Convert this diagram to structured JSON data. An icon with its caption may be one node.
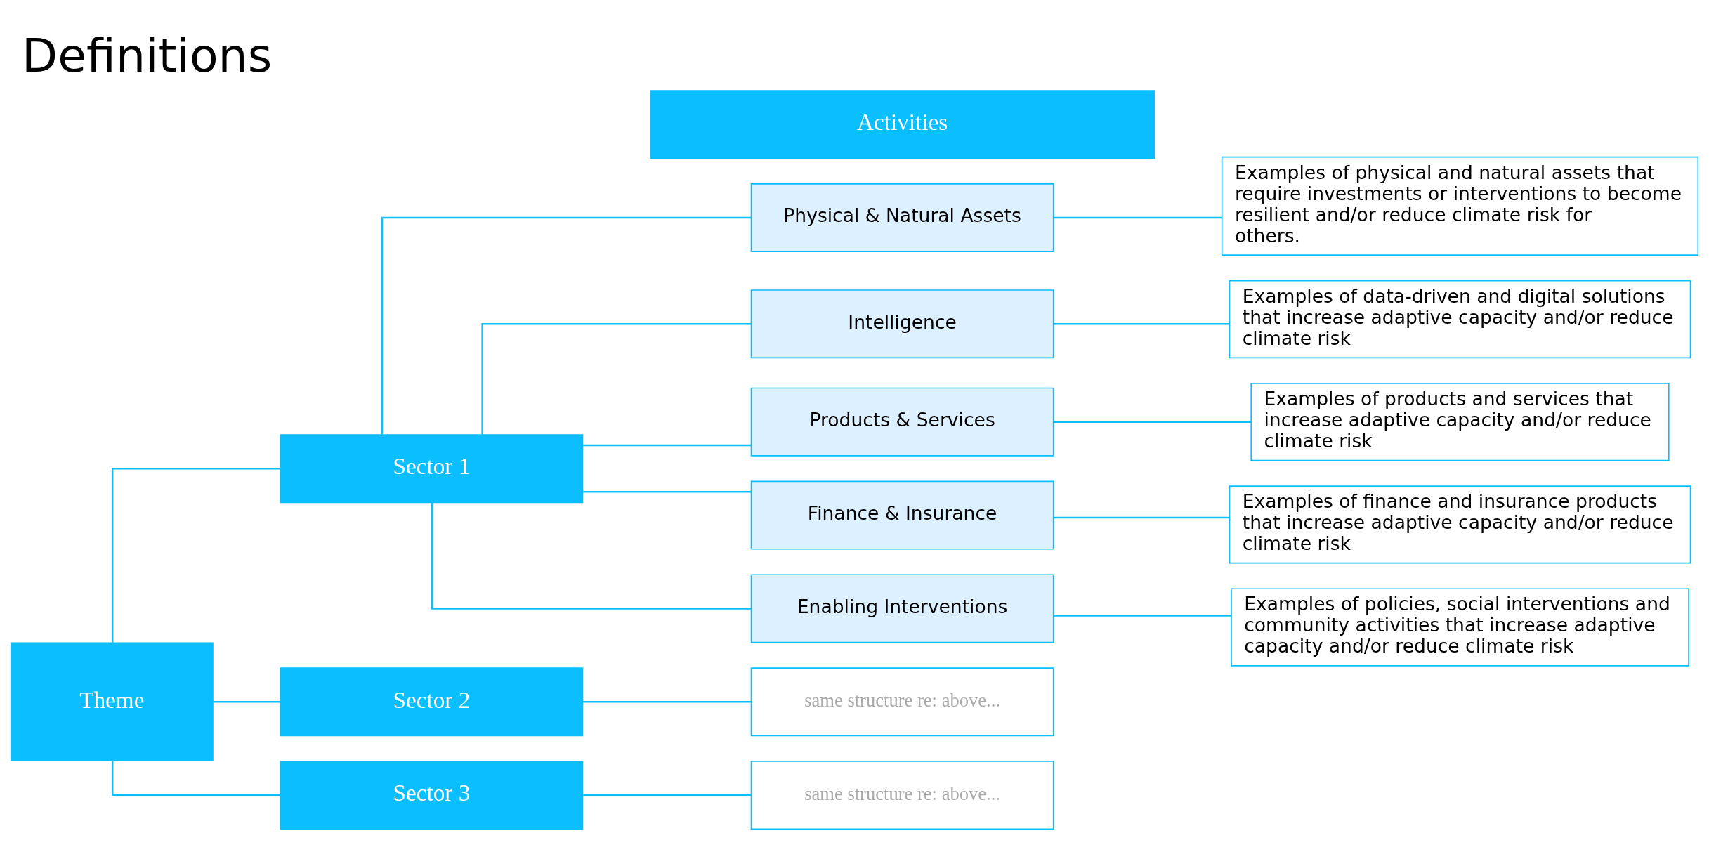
{
  "diagram": {
    "title": "Definitions",
    "nodes": [
      {
        "text": [
          "Activities"
        ]
      },
      {
        "text": [
          "Theme"
        ]
      },
      {
        "text": [
          "Sector 1"
        ]
      },
      {
        "text": [
          "Physical & Natural Assets"
        ]
      },
      {
        "text": [
          "Examples of physical and natural assets that require investments or interventions to become resilient and/or reduce climate risk for others."
        ]
      },
      {
        "text": [
          "Intelligence"
        ]
      },
      {
        "text": [
          "Examples of data-driven and digital solutions that increase adaptive capacity and/or reduce climate risk"
        ]
      },
      {
        "text": [
          "Products & Services"
        ]
      },
      {
        "text": [
          "Examples of products and services that increase adaptive capacity and/or reduce climate risk"
        ]
      },
      {
        "text": [
          "Finance & Insurance"
        ]
      },
      {
        "text": [
          "Examples of finance and insurance products that increase adaptive capacity and/or reduce climate risk"
        ]
      },
      {
        "text": [
          "Enabling Interventions"
        ]
      },
      {
        "text": [
          "Examples of policies, social interventions and community activities that increase adaptive capacity and/or reduce climate risk"
        ]
      },
      {
        "text": [
          "Sector 2"
        ]
      },
      {
        "text": [
          "same structure re: above..."
        ]
      },
      {
        "text": [
          "Sector 3"
        ]
      },
      {
        "text": [
          "same structure re: above..."
        ]
      }
    ],
    "edges": [
      {
        "from": 1,
        "to": 2,
        "arrow": "none"
      },
      {
        "from": 2,
        "to": 3,
        "arrow": "none"
      },
      {
        "from": 3,
        "to": 4,
        "arrow": "none"
      },
      {
        "from": 2,
        "to": 5,
        "arrow": "none"
      },
      {
        "from": 5,
        "to": 6,
        "arrow": "none"
      },
      {
        "from": 2,
        "to": 7,
        "arrow": "none"
      },
      {
        "from": 7,
        "to": 8,
        "arrow": "none"
      },
      {
        "from": 2,
        "to": 9,
        "arrow": "none"
      },
      {
        "from": 9,
        "to": 10,
        "arrow": "none"
      },
      {
        "from": 2,
        "to": 11,
        "arrow": "none"
      },
      {
        "from": 11,
        "to": 12,
        "arrow": "none"
      },
      {
        "from": 1,
        "to": 13,
        "arrow": "none"
      },
      {
        "from": 13,
        "to": 14,
        "arrow": "none"
      },
      {
        "from": 1,
        "to": 15,
        "arrow": "none"
      },
      {
        "from": 15,
        "to": 16,
        "arrow": "none"
      }
    ]
  }
}
